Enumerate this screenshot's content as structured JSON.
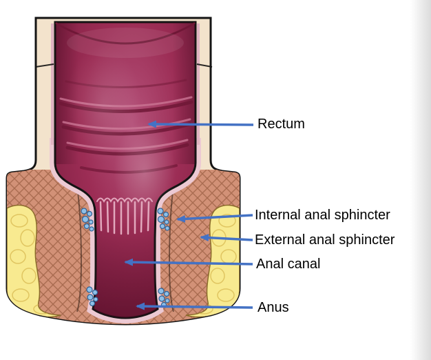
{
  "page": {
    "background": "#ffffff"
  },
  "figure": {
    "name": "Rectum and anal canal cross-section diagram",
    "colors": {
      "lumen_dark": "#771b3c",
      "lumen_mid": "#9c2d55",
      "lumen_light": "#b5537b",
      "wall_cream": "#f3e3cc",
      "lining_pink": "#ecc9d3",
      "muscle_tan": "#d29177",
      "muscle_line": "#a3664b",
      "fat_yellow": "#f8ea90",
      "fat_line": "#d9bc55",
      "vein_fill": "#8fc0e8",
      "vein_outline": "#2e6196",
      "outline": "#141414",
      "arrow_blue": "#4472c4",
      "label_text": "#000000"
    },
    "labels": [
      {
        "id": "rectum",
        "text": "Rectum"
      },
      {
        "id": "internal-anal-sphincter",
        "text": "Internal anal sphincter"
      },
      {
        "id": "external-anal-sphincter",
        "text": "External anal sphincter"
      },
      {
        "id": "anal-canal",
        "text": "Anal canal"
      },
      {
        "id": "anus",
        "text": "Anus"
      }
    ]
  }
}
